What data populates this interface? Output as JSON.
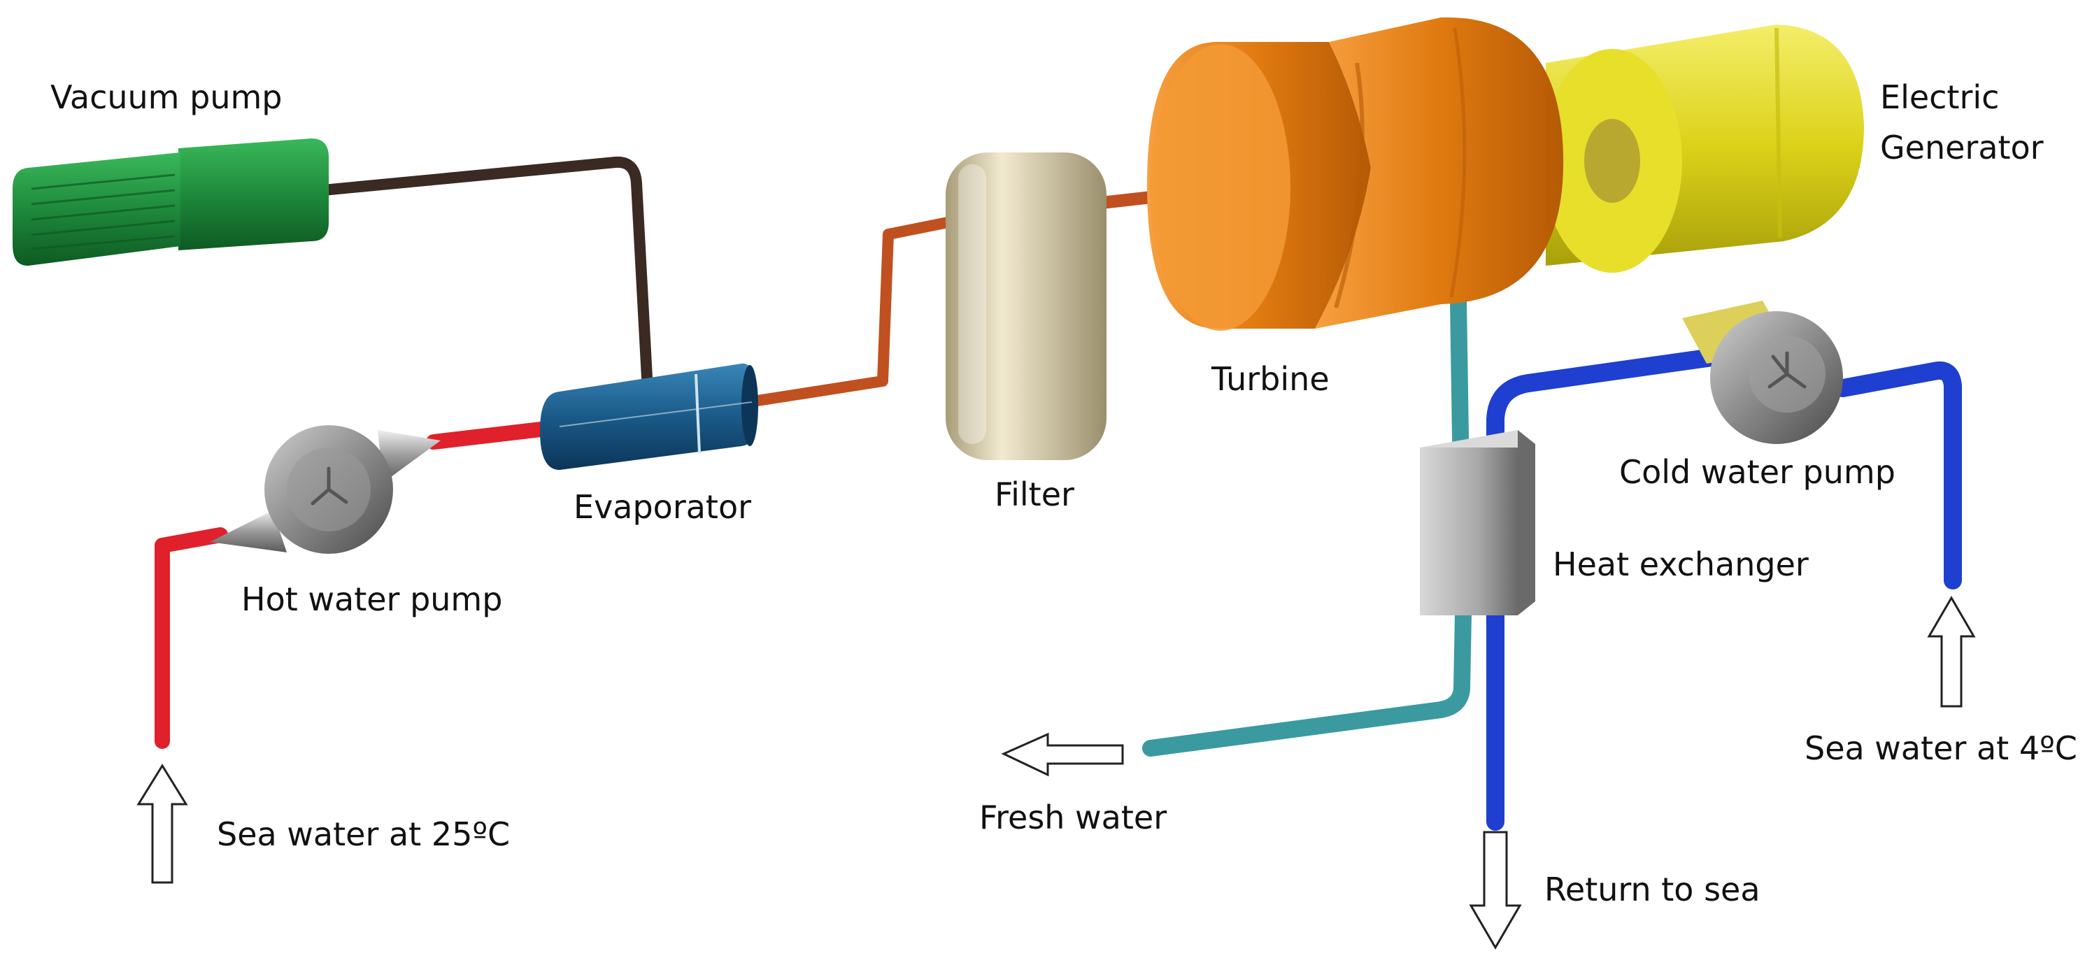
{
  "labels": {
    "vacuum_pump": "Vacuum pump",
    "electric_generator_line1": "Electric",
    "electric_generator_line2": "Generator",
    "turbine": "Turbine",
    "filter": "Filter",
    "evaporator": "Evaporator",
    "hot_water_pump": "Hot water pump",
    "cold_water_pump": "Cold water pump",
    "heat_exchanger": "Heat exchanger",
    "fresh_water": "Fresh water",
    "return_to_sea": "Return to sea",
    "sea_water_hot": "Sea water at 25ºC",
    "sea_water_cold": "Sea water at 4ºC"
  },
  "colors": {
    "hot_pipe": "#e0202a",
    "vapor_pipe": "#c0501f",
    "vacuum_line": "#3a2a22",
    "fresh_water_pipe": "#3a9aa0",
    "cold_pipe": "#1e3fd0",
    "vacuum_pump": "#1e8a3c",
    "evaporator": "#1a5a88",
    "filter": "#d8cfb0",
    "turbine": "#f0861a",
    "generator": "#e2d820",
    "pump_body": "#8a8a8a",
    "heat_exchanger": "#a8a8a8"
  }
}
